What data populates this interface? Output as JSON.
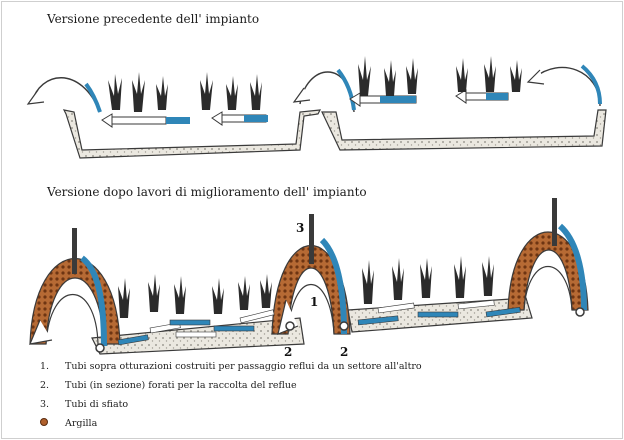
{
  "figure": {
    "title_before": "Versione precedente dell' impianto",
    "title_after": "Versione dopo lavori di miglioramento dell' impianto",
    "callouts": [
      "3",
      "1",
      "2",
      "2"
    ]
  },
  "legend": [
    {
      "key": "1.",
      "text": "Tubi sopra otturazioni costruiti per passaggio reflui da un settore all'altro"
    },
    {
      "key": "2.",
      "text": "Tubi (in sezione) forati per la raccolta del reflue"
    },
    {
      "key": "3.",
      "text": "Tubi di sfiato"
    },
    {
      "key": "clay-dot-icon",
      "text": "Argilla"
    }
  ],
  "colors": {
    "pipe_blue": "#2f86b8",
    "clay": "#b0602c",
    "gravel": "#e4e1d8",
    "outline": "#3a3a3a"
  }
}
